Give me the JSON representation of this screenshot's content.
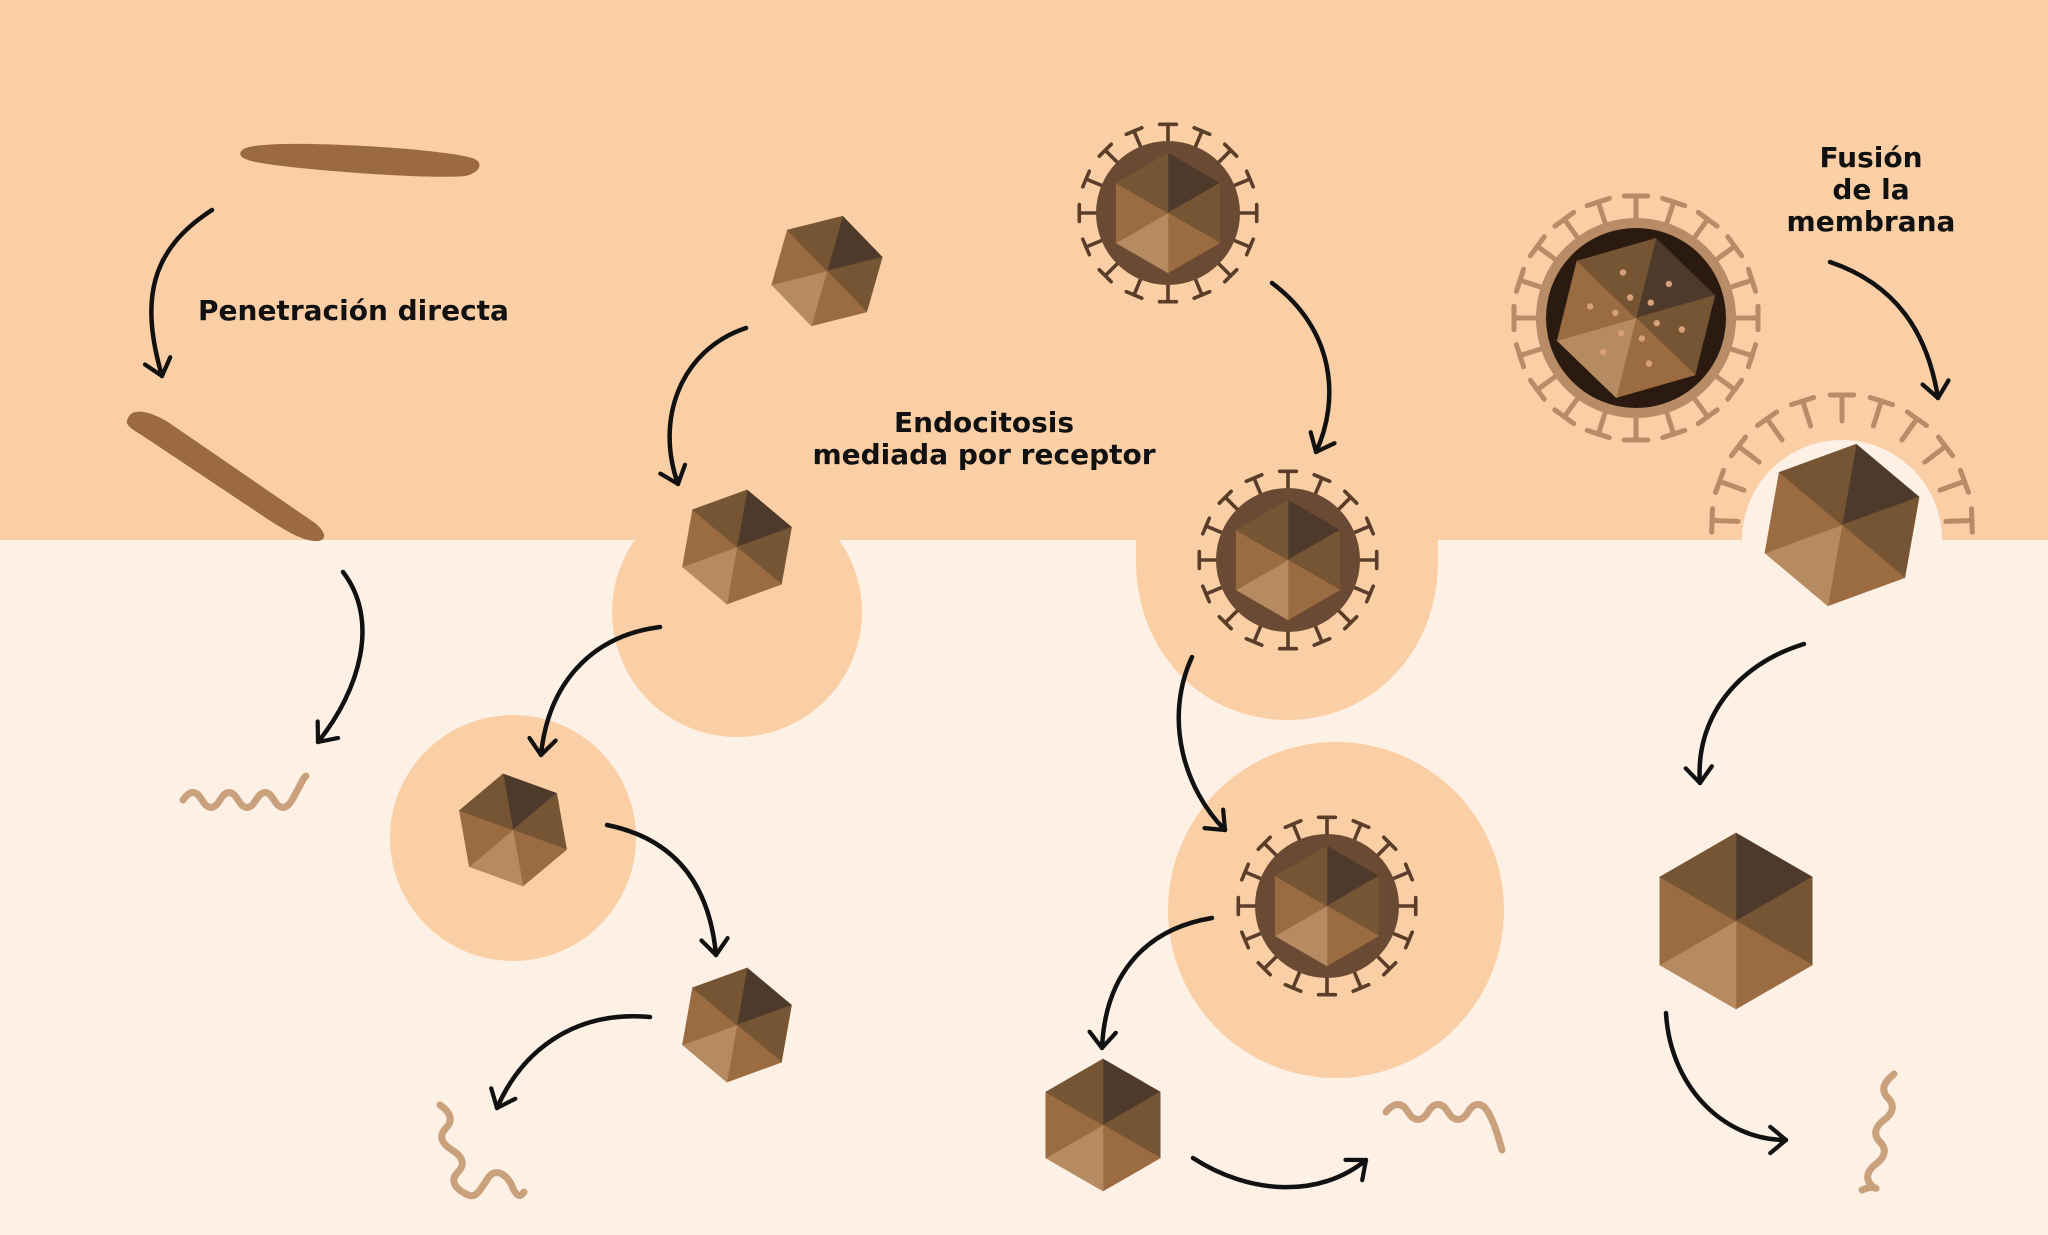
{
  "labels": {
    "direct_penetration": "Penetración directa",
    "endocytosis_line1": "Endocitosis",
    "endocytosis_line2": "mediada por receptor",
    "fusion_line1": "Fusión",
    "fusion_line2": "de la",
    "fusion_line3": "membrana"
  },
  "colors": {
    "extracellular_background": "#fbcfa5",
    "cytoplasm_background": "#fdf0e4",
    "vesicle": "#fbcfa5",
    "capsid_face_light": "#b68b62",
    "capsid_face_mid": "#9b6b42",
    "capsid_face_dark": "#765535",
    "capsid_face_darkest": "#4e3a2a",
    "envelope": "#6a4a33",
    "envelope_fusion_ring": "#2a1a10",
    "spike_dark": "#5a3e2a",
    "spike_light": "#b78c66",
    "genome": "#c9a27d",
    "rod_virus": "#9c6a3f",
    "arrow": "#111111"
  },
  "icons": {
    "capsid": "icosahedral-capsid-icon",
    "enveloped_virus": "enveloped-virus-icon",
    "rod_virus": "rod-virus-icon",
    "genome": "viral-genome-icon",
    "arrow": "curved-arrow-icon"
  }
}
